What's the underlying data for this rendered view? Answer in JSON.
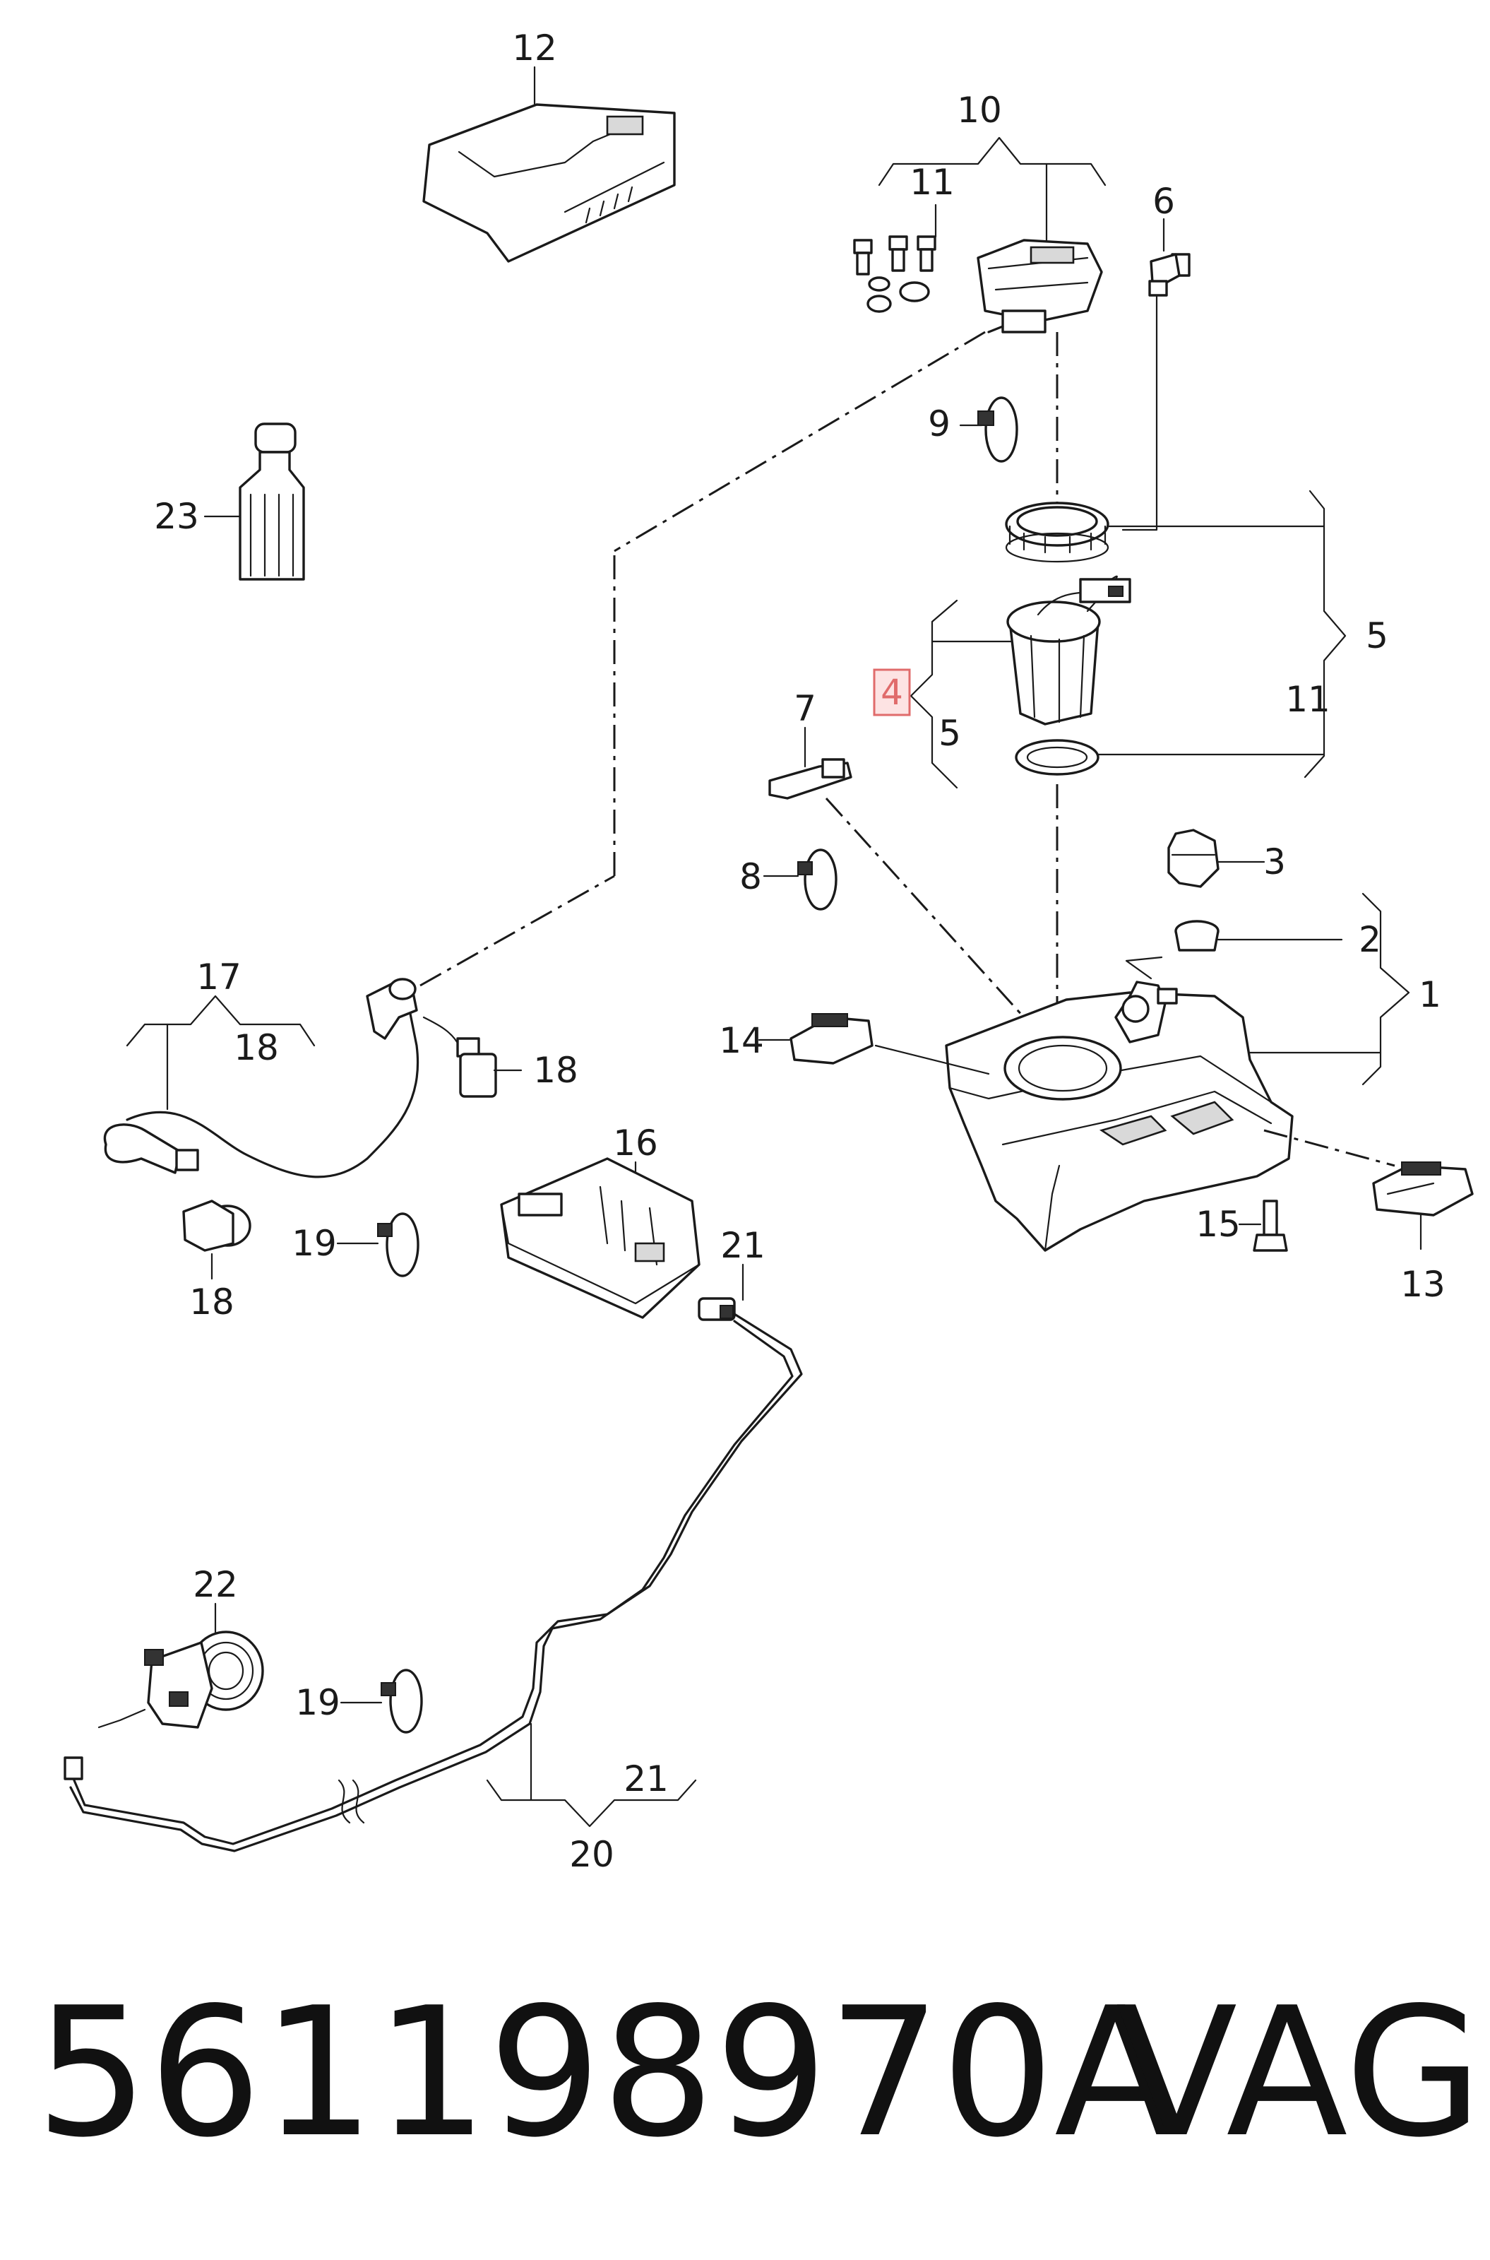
{
  "callouts": {
    "c1": "1",
    "c2": "2",
    "c3": "3",
    "c4": "4",
    "c5a": "5",
    "c5b": "5",
    "c6": "6",
    "c7": "7",
    "c8": "8",
    "c9": "9",
    "c10": "10",
    "c11a": "11",
    "c11b": "11",
    "c12": "12",
    "c13": "13",
    "c14": "14",
    "c15": "15",
    "c16": "16",
    "c17": "17",
    "c18a": "18",
    "c18b": "18",
    "c18c": "18",
    "c19a": "19",
    "c19b": "19",
    "c20": "20",
    "c21a": "21",
    "c21b": "21",
    "c22": "22",
    "c23": "23"
  },
  "highlighted_callout": "4",
  "colors": {
    "line": "#1a1a1a",
    "highlight_fill": "#fde3e3",
    "highlight_border": "#e06b6b"
  },
  "footer": {
    "part_number": "561198970A",
    "brand": "VAG"
  }
}
